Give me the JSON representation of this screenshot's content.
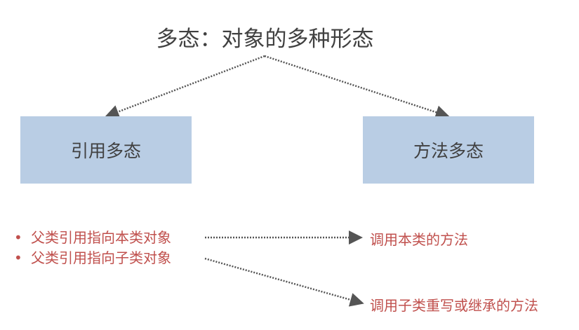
{
  "title": "多态：对象的多种形态",
  "boxes": {
    "left": "引用多态",
    "right": "方法多态"
  },
  "bullets": [
    "父类引用指向本类对象",
    "父类引用指向子类对象"
  ],
  "results": [
    "调用本类的方法",
    "调用子类重写或继承的方法"
  ],
  "colors": {
    "box": "#b9cde4",
    "text": "#404040",
    "accent": "#c0504d",
    "arrow": "#555555"
  }
}
